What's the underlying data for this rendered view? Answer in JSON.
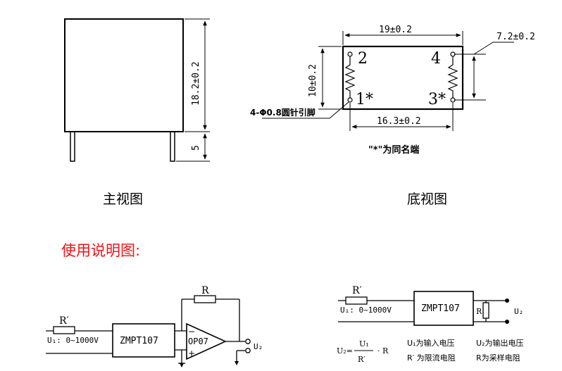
{
  "front_view": {
    "height_dim": "18.2±0.2",
    "pin_dim": "5",
    "caption": "主视图"
  },
  "bottom_view": {
    "width_dim": "19±0.2",
    "height_dim": "10±0.2",
    "pin_span_dim": "16.3±0.2",
    "offset_dim": "7.2±0.2",
    "pin_labels": [
      "2",
      "4",
      "1*",
      "3*"
    ],
    "pin_note": "4-Φ0.8圆针引脚",
    "polarity_note": "\"*\"为同名端",
    "caption": "底视图"
  },
  "usage": {
    "title": "使用说明图:",
    "color": "#e8161b"
  },
  "circuit_left": {
    "resistor_in": "R′",
    "input_label": "U₁: 0~1000V",
    "module": "ZMPT107",
    "opamp": "OP07",
    "feedback": "R",
    "minus": "−",
    "plus": "+",
    "output": "U₂"
  },
  "circuit_right": {
    "resistor_in": "R′",
    "input_label": "U₁: 0~1000V",
    "module": "ZMPT107",
    "sample_r": "R",
    "output": "U₂",
    "formula_lhs": "U₂=",
    "formula_num": "U₁",
    "formula_den": "R′",
    "formula_tail": "· R",
    "legend": [
      "U₁为输入电压",
      "U₂为输出电压",
      "R′ 为限流电阻",
      "R为采样电阻"
    ]
  }
}
